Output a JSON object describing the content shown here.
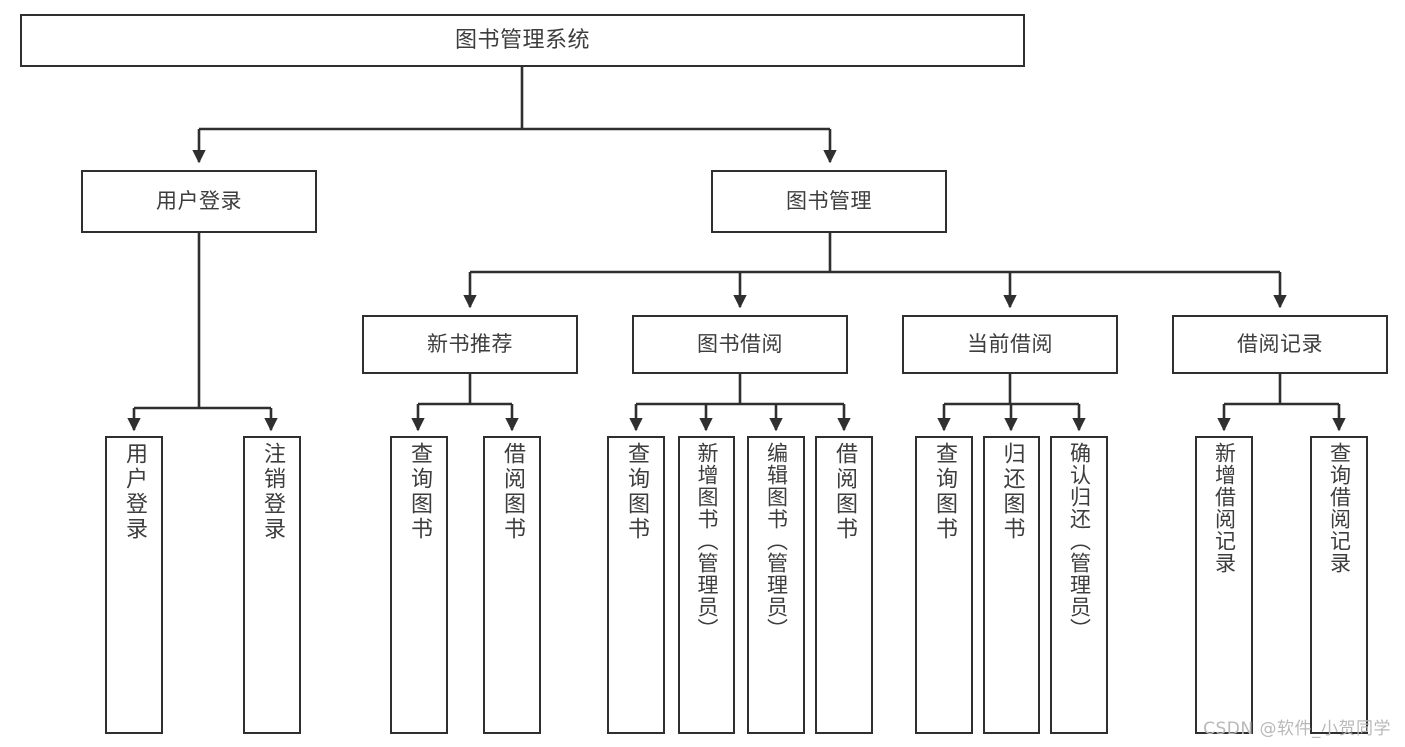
{
  "diagram": {
    "title": "图书管理系统",
    "watermark": "CSDN @软件_小贺同学",
    "line_color": "#2f2f2f",
    "box_fill": "#ffffff",
    "text_color": "#3d3d3d",
    "watermark_color": "#b9b9b9"
  },
  "nodes": {
    "root": {
      "label": "图书管理系统"
    },
    "level2": [
      {
        "label": "用户登录"
      },
      {
        "label": "图书管理"
      }
    ],
    "level3": [
      {
        "label": "新书推荐"
      },
      {
        "label": "图书借阅"
      },
      {
        "label": "当前借阅"
      },
      {
        "label": "借阅记录"
      }
    ],
    "leaves": [
      {
        "label": "用户登录"
      },
      {
        "label": "注销登录"
      },
      {
        "label": "查询图书"
      },
      {
        "label": "借阅图书"
      },
      {
        "label": "查询图书"
      },
      {
        "label": "新增图书（管理员）"
      },
      {
        "label": "编辑图书（管理员）"
      },
      {
        "label": "借阅图书"
      },
      {
        "label": "查询图书"
      },
      {
        "label": "归还图书"
      },
      {
        "label": "确认归还（管理员）"
      },
      {
        "label": "新增借阅记录"
      },
      {
        "label": "查询借阅记录"
      }
    ]
  },
  "tree": {
    "图书管理系统": [
      "用户登录",
      "图书管理"
    ],
    "用户登录": [
      "用户登录",
      "注销登录"
    ],
    "图书管理": [
      "新书推荐",
      "图书借阅",
      "当前借阅",
      "借阅记录"
    ],
    "新书推荐": [
      "查询图书",
      "借阅图书"
    ],
    "图书借阅": [
      "查询图书",
      "新增图书（管理员）",
      "编辑图书（管理员）",
      "借阅图书"
    ],
    "当前借阅": [
      "查询图书",
      "归还图书",
      "确认归还（管理员）"
    ],
    "借阅记录": [
      "新增借阅记录",
      "查询借阅记录"
    ]
  }
}
